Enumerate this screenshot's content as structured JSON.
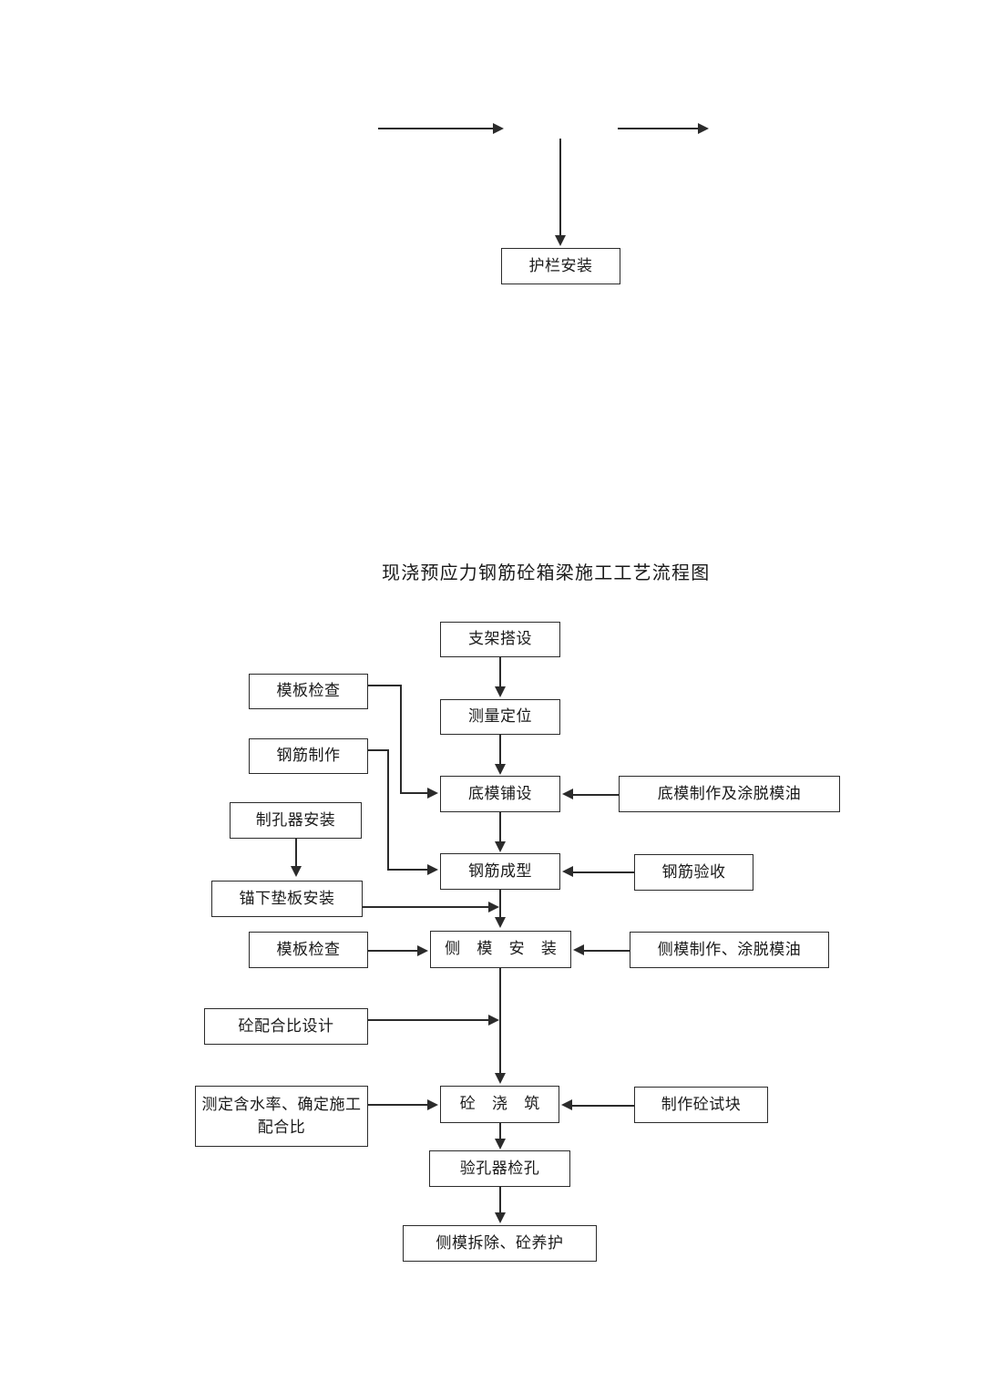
{
  "document": {
    "title_text": "现浇预应力钢筋砼箱梁施工工艺流程图"
  },
  "top_section": {
    "node_guardrail": "护栏安装",
    "arrows": [
      {
        "name": "top-arrow-left",
        "direction": "right"
      },
      {
        "name": "top-arrow-right",
        "direction": "right"
      },
      {
        "name": "top-arrow-into-guardrail",
        "direction": "down"
      }
    ]
  },
  "flowchart": {
    "main_column": [
      {
        "id": "bracket-erection",
        "label": "支架搭设"
      },
      {
        "id": "survey-setout",
        "label": "测量定位"
      },
      {
        "id": "bottom-form-lay",
        "label": "底模铺设"
      },
      {
        "id": "rebar-forming",
        "label": "钢筋成型"
      },
      {
        "id": "side-form-install",
        "label": "侧 模 安 装"
      },
      {
        "id": "concrete-pour",
        "label": "砼 浇 筑"
      },
      {
        "id": "hole-inspection",
        "label": "验孔器检孔"
      },
      {
        "id": "strip-and-cure",
        "label": "侧模拆除、砼养护"
      }
    ],
    "left_column": [
      {
        "id": "formwork-check-1",
        "label": "模板检查"
      },
      {
        "id": "rebar-fabrication",
        "label": "钢筋制作"
      },
      {
        "id": "hole-former-install",
        "label": "制孔器安装"
      },
      {
        "id": "anchor-plate-install",
        "label": "锚下垫板安装"
      },
      {
        "id": "formwork-check-2",
        "label": "模板检查"
      },
      {
        "id": "mix-design",
        "label": "砼配合比设计"
      },
      {
        "id": "moisture-test",
        "label_line1": "测定含水率、确定施工",
        "label_line2": "配合比"
      }
    ],
    "right_column": [
      {
        "id": "bottom-form-make",
        "label": "底模制作及涂脱模油"
      },
      {
        "id": "rebar-acceptance",
        "label": "钢筋验收"
      },
      {
        "id": "side-form-make",
        "label": "侧模制作、涂脱模油"
      },
      {
        "id": "concrete-samples",
        "label": "制作砼试块"
      }
    ]
  },
  "style": {
    "line_color": "#2b2b2b",
    "background": "#ffffff",
    "text_color": "#1a1a1a"
  }
}
